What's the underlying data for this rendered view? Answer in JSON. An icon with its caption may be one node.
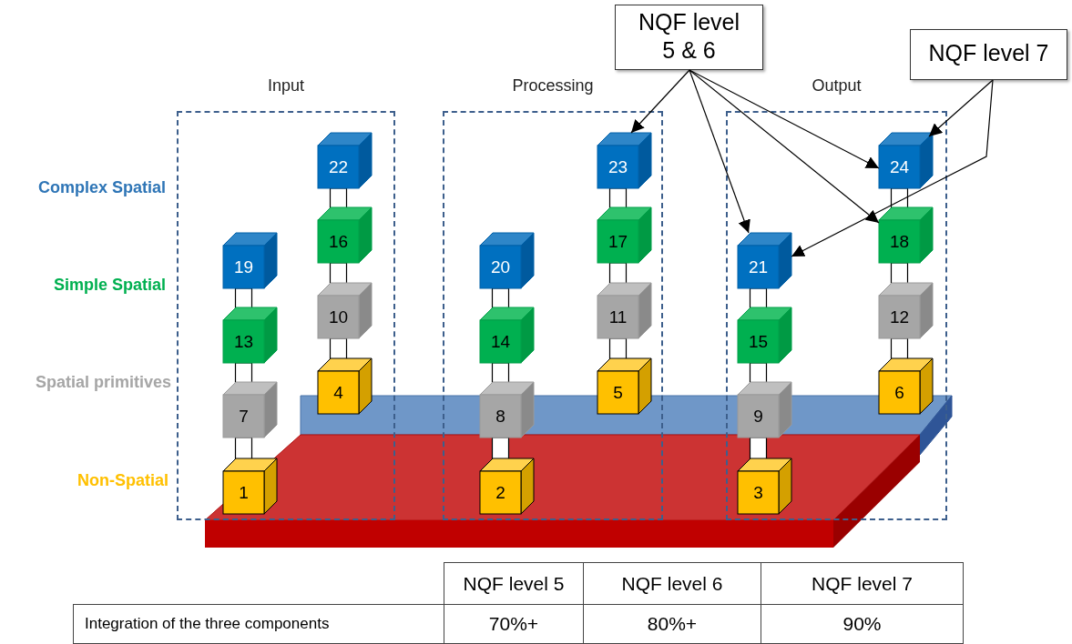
{
  "diagram": {
    "nodes": [
      {
        "text": [
          "NQF level 5 & 6"
        ]
      },
      {
        "text": [
          "NQF level 7"
        ]
      },
      {
        "text": [
          "Input"
        ]
      },
      {
        "text": [
          "Processing"
        ]
      },
      {
        "text": [
          "Output"
        ]
      },
      {
        "text": [
          "1"
        ],
        "in": 2
      },
      {
        "text": [
          "2"
        ],
        "in": 3
      },
      {
        "text": [
          "3"
        ],
        "in": 4
      },
      {
        "text": [
          "4"
        ],
        "in": 2
      },
      {
        "text": [
          "5"
        ],
        "in": 3
      },
      {
        "text": [
          "6"
        ],
        "in": 4
      },
      {
        "text": [
          "7"
        ],
        "in": 2
      },
      {
        "text": [
          "8"
        ],
        "in": 3
      },
      {
        "text": [
          "9"
        ],
        "in": 4
      },
      {
        "text": [
          "10"
        ],
        "in": 2
      },
      {
        "text": [
          "11"
        ],
        "in": 3
      },
      {
        "text": [
          "12"
        ],
        "in": 4
      },
      {
        "text": [
          "13"
        ],
        "in": 2
      },
      {
        "text": [
          "14"
        ],
        "in": 3
      },
      {
        "text": [
          "15"
        ],
        "in": 4
      },
      {
        "text": [
          "16"
        ],
        "in": 2
      },
      {
        "text": [
          "17"
        ],
        "in": 3
      },
      {
        "text": [
          "18"
        ],
        "in": 4
      },
      {
        "text": [
          "19"
        ],
        "in": 2
      },
      {
        "text": [
          "20"
        ],
        "in": 3
      },
      {
        "text": [
          "21"
        ],
        "in": 4
      },
      {
        "text": [
          "22"
        ],
        "in": 2
      },
      {
        "text": [
          "23"
        ],
        "in": 3
      },
      {
        "text": [
          "24"
        ],
        "in": 4
      }
    ],
    "edges": [
      {
        "from": 5,
        "to": 11,
        "arrow": "none"
      },
      {
        "from": 11,
        "to": 17,
        "arrow": "none"
      },
      {
        "from": 17,
        "to": 23,
        "arrow": "none"
      },
      {
        "from": 8,
        "to": 14,
        "arrow": "none"
      },
      {
        "from": 14,
        "to": 20,
        "arrow": "none"
      },
      {
        "from": 20,
        "to": 26,
        "arrow": "none"
      },
      {
        "from": 6,
        "to": 12,
        "arrow": "none"
      },
      {
        "from": 12,
        "to": 18,
        "arrow": "none"
      },
      {
        "from": 18,
        "to": 24,
        "arrow": "none"
      },
      {
        "from": 9,
        "to": 15,
        "arrow": "none"
      },
      {
        "from": 15,
        "to": 21,
        "arrow": "none"
      },
      {
        "from": 21,
        "to": 27,
        "arrow": "none"
      },
      {
        "from": 7,
        "to": 13,
        "arrow": "none"
      },
      {
        "from": 13,
        "to": 19,
        "arrow": "none"
      },
      {
        "from": 19,
        "to": 25,
        "arrow": "none"
      },
      {
        "from": 10,
        "to": 16,
        "arrow": "none"
      },
      {
        "from": 16,
        "to": 22,
        "arrow": "none"
      },
      {
        "from": 22,
        "to": 28,
        "arrow": "none"
      },
      {
        "from": 0,
        "to": 27,
        "arrow": "to"
      },
      {
        "from": 0,
        "to": 25,
        "arrow": "to"
      },
      {
        "from": 0,
        "to": 22,
        "arrow": "to"
      },
      {
        "from": 0,
        "to": 28,
        "arrow": "to"
      },
      {
        "from": 1,
        "to": 28,
        "arrow": "to"
      },
      {
        "from": 1,
        "to": 25,
        "arrow": "to"
      }
    ],
    "labels": [
      "Complex Spatial",
      "Simple Spatial",
      "Spatial primitives",
      "Non-Spatial",
      "NQF level 5",
      "NQF level 6",
      "NQF level 7",
      "Integration of the three components",
      "70%+",
      "80%+",
      "90%"
    ]
  }
}
